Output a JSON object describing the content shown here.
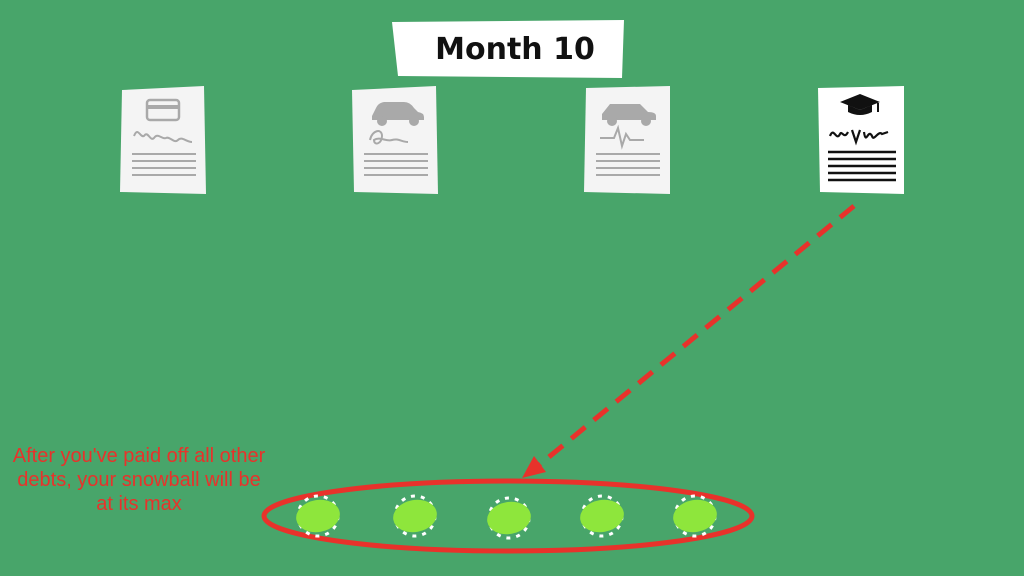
{
  "title": "Month 10",
  "caption": "After you've paid off all other debts, your snowball will be at its max",
  "documents": [
    {
      "icon": "credit-card-icon",
      "status": "paid"
    },
    {
      "icon": "car-icon",
      "status": "paid"
    },
    {
      "icon": "car-icon",
      "status": "paid"
    },
    {
      "icon": "graduation-cap-icon",
      "status": "active"
    }
  ],
  "snowball_count": 5,
  "colors": {
    "background": "#48a56a",
    "arrow": "#e8322b",
    "snowball": "#8ee63c",
    "paid_doc_ink": "#a9a9a9",
    "active_doc_ink": "#111111"
  }
}
